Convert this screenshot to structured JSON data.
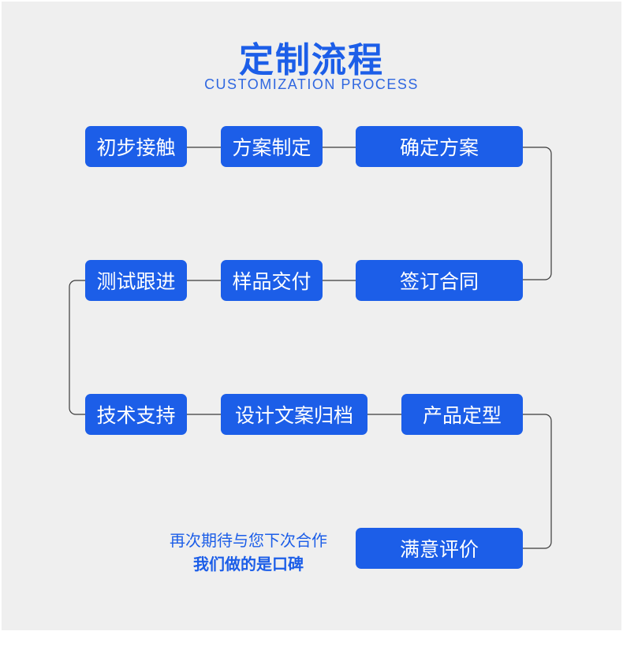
{
  "header": {
    "title": "定制流程",
    "subtitle": "CUSTOMIZATION PROCESS"
  },
  "steps": [
    "初步接触",
    "方案制定",
    "确定方案",
    "签订合同",
    "样品交付",
    "测试跟进",
    "技术支持",
    "设计文案归档",
    "产品定型",
    "满意评价"
  ],
  "footer": {
    "line1": "再次期待与您下次合作",
    "line2": "我们做的是口碑"
  },
  "colors": {
    "accent": "#1c5ee8",
    "background": "#efefef",
    "connector": "#3a3a3a"
  }
}
